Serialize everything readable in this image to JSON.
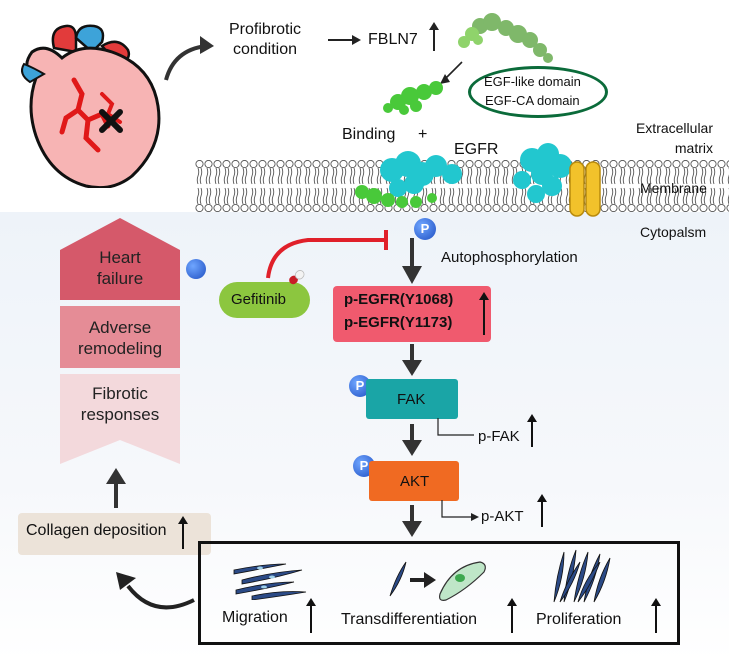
{
  "top": {
    "profibrotic_line1": "Profibrotic",
    "profibrotic_line2": "condition",
    "fbln7": "FBLN7",
    "egf_like": "EGF-like domain",
    "egf_ca": "EGF-CA domain",
    "binding": "Binding",
    "plus": "+",
    "egfr": "EGFR"
  },
  "compartments": {
    "extracellular_line1": "Extracellular",
    "extracellular_line2": "matrix",
    "membrane": "Membrane",
    "cytoplasm": "Cytopalsm"
  },
  "pathway": {
    "p_label": "P",
    "autophosphorylation": "Autophosphorylation",
    "gefitinib": "Gefitinib",
    "pegfr_1": "p-EGFR(Y1068)",
    "pegfr_2": "p-EGFR(Y1173)",
    "fak": "FAK",
    "pfak": "p-FAK",
    "akt": "AKT",
    "pakt": "p-AKT"
  },
  "outcomes": {
    "heart_failure_line1": "Heart",
    "heart_failure_line2": "failure",
    "adverse_line1": "Adverse",
    "adverse_line2": "remodeling",
    "fibrotic_line1": "Fibrotic",
    "fibrotic_line2": "responses",
    "collagen": "Collagen deposition",
    "migration": "Migration",
    "transdifferentiation": "Transdifferentiation",
    "proliferation": "Proliferation"
  },
  "colors": {
    "heart_failure": "#d5596a",
    "adverse": "#e58c96",
    "fibrotic": "#f3d9dc",
    "pegfr_box": "#f05a6e",
    "fak_box": "#1aa5a6",
    "akt_box": "#f06a22",
    "gefitinib_pill": "#8cc63f",
    "inhibitor": "#e0202a",
    "egf_oval": "#0b6b3a",
    "egfr_protein": "#22c7cf",
    "fbln7_protein": "#49c93a"
  }
}
